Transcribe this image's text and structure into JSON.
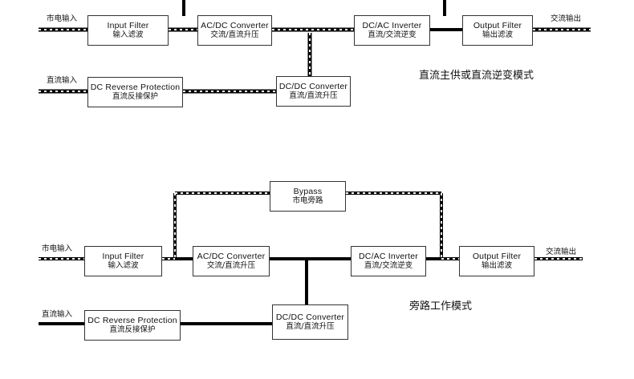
{
  "colors": {
    "line": "#000000",
    "dash": "#ffffff",
    "box_border": "#333333"
  },
  "modes": [
    {
      "title": "直流主供或直流逆变模式",
      "mains_input": "市电输入",
      "dc_input": "直流输入",
      "ac_output": "交流输出",
      "input_filter": {
        "en": "Input Filter",
        "zh": "输入滤波"
      },
      "acdc": {
        "en": "AC/DC Converter",
        "zh": "交流/直流升压"
      },
      "dcac": {
        "en": "DC/AC Inverter",
        "zh": "直流/交流逆变"
      },
      "output_filter": {
        "en": "Output Filter",
        "zh": "输出滤波"
      },
      "dc_reverse": {
        "en": "DC Reverse Protection",
        "zh": "直流反接保护"
      },
      "dcdc": {
        "en": "DC/DC Converter",
        "zh": "直流/直流升压"
      }
    },
    {
      "title": "旁路工作模式",
      "mains_input": "市电输入",
      "dc_input": "直流输入",
      "ac_output": "交流输出",
      "bypass": {
        "en": "Bypass",
        "zh": "市电旁路"
      },
      "input_filter": {
        "en": "Input Filter",
        "zh": "输入滤波"
      },
      "acdc": {
        "en": "AC/DC Converter",
        "zh": "交流/直流升压"
      },
      "dcac": {
        "en": "DC/AC Inverter",
        "zh": "直流/交流逆变"
      },
      "output_filter": {
        "en": "Output Filter",
        "zh": "输出滤波"
      },
      "dc_reverse": {
        "en": "DC Reverse Protection",
        "zh": "直流反接保护"
      },
      "dcdc": {
        "en": "DC/DC Converter",
        "zh": "直流/直流升压"
      }
    }
  ]
}
